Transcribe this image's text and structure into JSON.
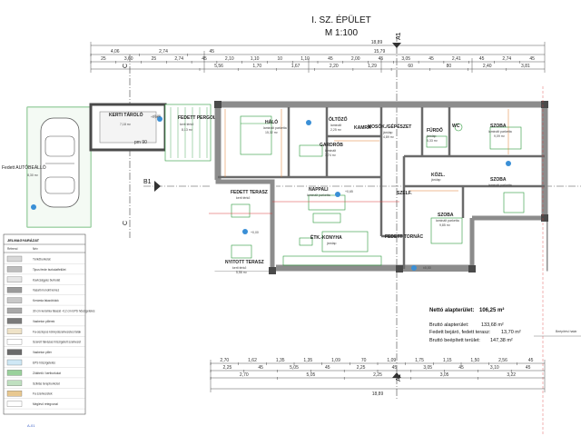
{
  "title": {
    "line1": "I. SZ. ÉPÜLET",
    "line2": "M 1:100"
  },
  "section_marks": {
    "a_top": "A1",
    "a_bottom": "A1",
    "c_left_top": "C",
    "c_left_bottom": "C",
    "b_left": "B1"
  },
  "top_dims": {
    "overall": "18,89",
    "row2_total": "15,79",
    "row2": [
      "4,06",
      "2,74",
      "45"
    ],
    "row3": [
      "25",
      "3,60",
      "25",
      "2,74",
      "45",
      "2,10",
      "1,10",
      "10",
      "1,10",
      "45",
      "2,00",
      "45",
      "3,05",
      "45",
      "2,41",
      "45",
      "2,74",
      "45"
    ],
    "row4": [
      "5,56",
      "1,70",
      "1,67",
      "2,20",
      "1,29",
      "60",
      "80",
      "2,40",
      "3,81"
    ]
  },
  "bottom_dims": {
    "row1": [
      "2,70",
      "1,62",
      "1,35",
      "1,35",
      "1,09",
      "70",
      "1,09",
      "1,75",
      "1,15",
      "1,50",
      "2,56",
      "45"
    ],
    "row2": [
      "2,25",
      "45",
      "5,05",
      "45",
      "2,25",
      "45",
      "3,05",
      "45",
      "3,10",
      "45"
    ],
    "row3": [
      "2,70",
      "5,05",
      "2,25",
      "3,05",
      "3,22"
    ],
    "overall": "18,89"
  },
  "rooms": [
    {
      "name": "KERTI TÁROLÓ",
      "sub": "+0,28",
      "area": "7,18 m²"
    },
    {
      "name": "FEDETT PERGOLA",
      "sub": "kerti térkő",
      "area": "8,13 m²"
    },
    {
      "name": "HÁLÓ",
      "sub": "laminált parketta",
      "area": "15,32 m²"
    },
    {
      "name": "ÖLTÖZŐ",
      "sub": "laminált",
      "area": "2,25 m²"
    },
    {
      "name": "KAMRA",
      "sub": "",
      "area": ""
    },
    {
      "name": "MOSÓK./GÉPÉSZET",
      "sub": "járólap",
      "area": "4,89 m²"
    },
    {
      "name": "FÜRDŐ",
      "sub": "járólap",
      "area": "5,33 m²"
    },
    {
      "name": "WC",
      "sub": "",
      "area": ""
    },
    {
      "name": "SZOBA",
      "sub": "laminált parketta",
      "area": "9,09 m²"
    },
    {
      "name": "GARDRÓB",
      "sub": "laminált",
      "area": "3,74 m²"
    },
    {
      "name": "NAPPALI",
      "sub": "laminált parketta",
      "area": ""
    },
    {
      "name": "KÖZL.",
      "sub": "járólap",
      "area": ""
    },
    {
      "name": "SZOBA",
      "sub": "laminált parketta",
      "area": ""
    },
    {
      "name": "FEDETT TERASZ",
      "sub": "kerti térkő",
      "area": ""
    },
    {
      "name": "SZÉLF.",
      "sub": "",
      "area": ""
    },
    {
      "name": "SZOBA",
      "sub": "laminált parketta",
      "area": "9,85 m²"
    },
    {
      "name": "FEDETT TORNÁC",
      "sub": "",
      "area": ""
    },
    {
      "name": "ÉTK.-KONYHA",
      "sub": "járólap",
      "area": ""
    },
    {
      "name": "NYITOTT TERASZ",
      "sub": "kerti térkő",
      "area": "5,56 m²"
    },
    {
      "name": "Fedett AUTÓBEÁLLÓ",
      "sub": "",
      "area": "8,30 m²"
    }
  ],
  "levels": {
    "pergola": "+0,28",
    "living": "±0,00",
    "terrace": "+0,00",
    "entry": "±0,00",
    "kitchen": "+0,65"
  },
  "areas": {
    "net_label": "Nettó alapterület:",
    "net_value": "106,25 m²",
    "gross_label": "Bruttó alapterület:",
    "gross_value": "133,68 m²",
    "covered_label": "Fedett bejáró, fedett terasz:",
    "covered_value": "13,70 m²",
    "built_label": "Bruttó beépített terület:",
    "built_value": "147,38 m²"
  },
  "right_note": "Beépítési határ",
  "legend": {
    "title": "JELMAGYARÁZAT",
    "header": [
      "Rétrend",
      "Név"
    ],
    "items": [
      "Térkőburkolat",
      "Tipus ferde burkolatfelület",
      "Kavicságyas burkolat",
      "Vasalt monolit lemez",
      "Kerámia falazóblokk",
      "30 cm kerámia falazat +12 cm EPS hőszigetelés",
      "Vasbeton pillérek",
      "Fa-oszlopos könnyűszerkezetes falak",
      "Szerelt falvázas hőszigetelt szerkezet",
      "Vasbeton pillér",
      "EPS hőszigetelés",
      "Zöldtető / kertburkolat",
      "Sziklás terepburkolat",
      "Fa szerkezetek",
      "Meglévő rétegvonal"
    ],
    "footer": "A-01"
  },
  "colors": {
    "wall": "#8c8c8c",
    "wall_dark": "#4a4a4a",
    "green": "#2a9a3a",
    "dim": "#2a2a2a",
    "blue": "#3a8fd6",
    "orange": "#e07a2a",
    "red_line": "#d83a3a"
  }
}
